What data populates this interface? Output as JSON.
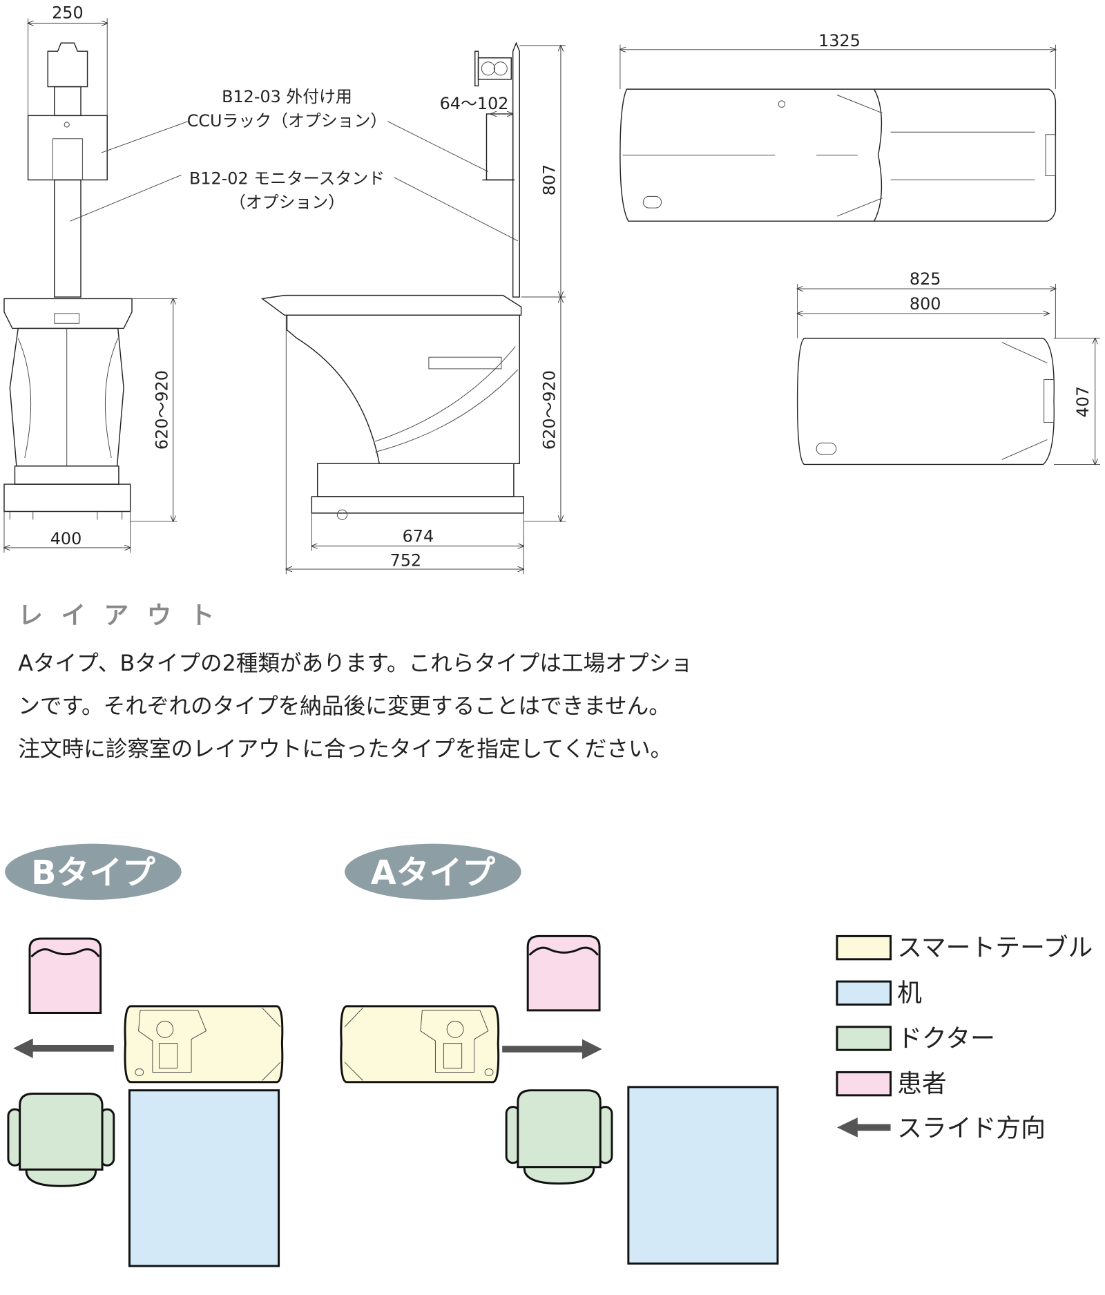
{
  "drawing": {
    "front_view": {
      "width_top": "250",
      "height_range": "620〜920",
      "width_base": "400"
    },
    "side_view": {
      "offset": "64〜102",
      "pole_height": "807",
      "height_range": "620〜920",
      "depth_inner": "674",
      "depth_outer": "752"
    },
    "top_view_extended": {
      "length": "1325"
    },
    "top_view_retracted": {
      "length_outer": "825",
      "length_inner": "800",
      "width": "407"
    },
    "callouts": {
      "ccu_rack_line1": "B12-03 外付け用",
      "ccu_rack_line2": "CCUラック（オプション）",
      "monitor_stand_line1": "B12-02 モニタースタンド",
      "monitor_stand_line2": "（オプション）"
    }
  },
  "layout_section": {
    "heading": "レイアウト",
    "paragraph_lines": [
      "Aタイプ、Bタイプの2種類があります。これらタイプは工場オプショ",
      "ンです。それぞれのタイプを納品後に変更することはできません。",
      "注文時に診察室のレイアウトに合ったタイプを指定してください。"
    ]
  },
  "types": [
    {
      "label": "Bタイプ",
      "slide_direction": "left"
    },
    {
      "label": "Aタイプ",
      "slide_direction": "right"
    }
  ],
  "legend": [
    {
      "label": "スマートテーブル",
      "color": "#fdfadb"
    },
    {
      "label": "机",
      "color": "#d3e9f8"
    },
    {
      "label": "ドクター",
      "color": "#d4e8d3"
    },
    {
      "label": "患者",
      "color": "#f9dbea"
    },
    {
      "label": "スライド方向",
      "icon": "arrow-left-icon",
      "color": "#555555"
    }
  ]
}
